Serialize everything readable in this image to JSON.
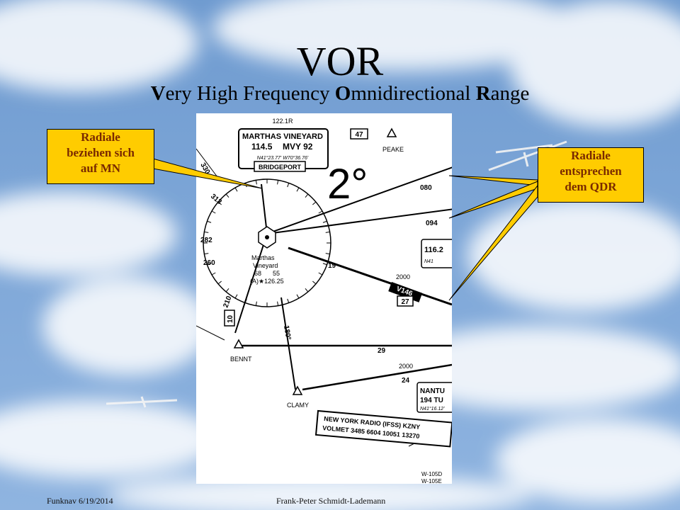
{
  "slide": {
    "title": "VOR",
    "subtitle_parts": [
      {
        "text": "V",
        "bold": true
      },
      {
        "text": "ery High Frequency ",
        "bold": false
      },
      {
        "text": "O",
        "bold": true
      },
      {
        "text": "mnidirectional ",
        "bold": false
      },
      {
        "text": "R",
        "bold": true
      },
      {
        "text": "ange",
        "bold": false
      }
    ]
  },
  "callouts": {
    "left": [
      "Radiale",
      "beziehen sich",
      "auf MN"
    ],
    "right": [
      "Radiale",
      "entsprechen",
      "dem QDR"
    ],
    "fill_color": "#ffcc00",
    "text_color": "#7a2a00"
  },
  "map": {
    "station_box": {
      "freq_top": "122.1R",
      "name": "MARTHAS VINEYARD",
      "freq": "114.5",
      "ident": "MVY 92",
      "coords": "N41°23.77' W70°36.76'",
      "fss": "BRIDGEPORT"
    },
    "variation": "2°",
    "station_label": [
      "Marthas",
      "Vineyard",
      "68",
      "55",
      "(A)★126.25"
    ],
    "radials": [
      "330",
      "313",
      "282",
      "260",
      "210",
      "180°",
      "080",
      "094",
      "19"
    ],
    "airway_box": "47",
    "fixes": [
      "PEAKE",
      "BENNT",
      "CLAMY"
    ],
    "altitudes": [
      "2000",
      "2000"
    ],
    "airway": "V146",
    "airway_mea": "27",
    "distance_29": "29",
    "distance_24": "24",
    "distance_10": "10",
    "right_box_freq": "116.2",
    "right_box_n": "N41",
    "nantucket": [
      "NANTU",
      "194 TU",
      "N41°16.12'"
    ],
    "ny_radio": [
      "NEW YORK RADIO (IFSS) KZNY",
      "VOLMET 3485 6604 10051 13270"
    ],
    "warning_areas": [
      "W-105D",
      "W-105E"
    ]
  },
  "footer": {
    "left": "Funknav 6/19/2014",
    "center": "Frank-Peter Schmidt-Lademann"
  }
}
